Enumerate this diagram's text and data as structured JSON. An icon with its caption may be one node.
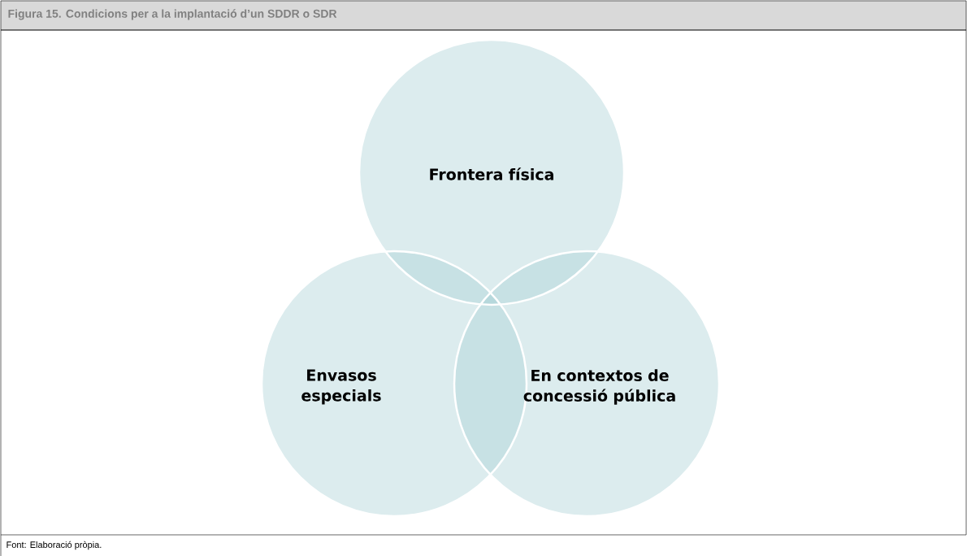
{
  "diagram": {
    "title": "Figura 15. Condicions per a la implantació d’un SDDR o SDR",
    "caption": "Font: Elaboració pròpia.",
    "nodes": [
      {
        "text": [
          "Frontera física"
        ]
      },
      {
        "text": [
          "Envasos especials"
        ]
      },
      {
        "text": [
          "En contextos de concessió pública"
        ]
      }
    ]
  }
}
